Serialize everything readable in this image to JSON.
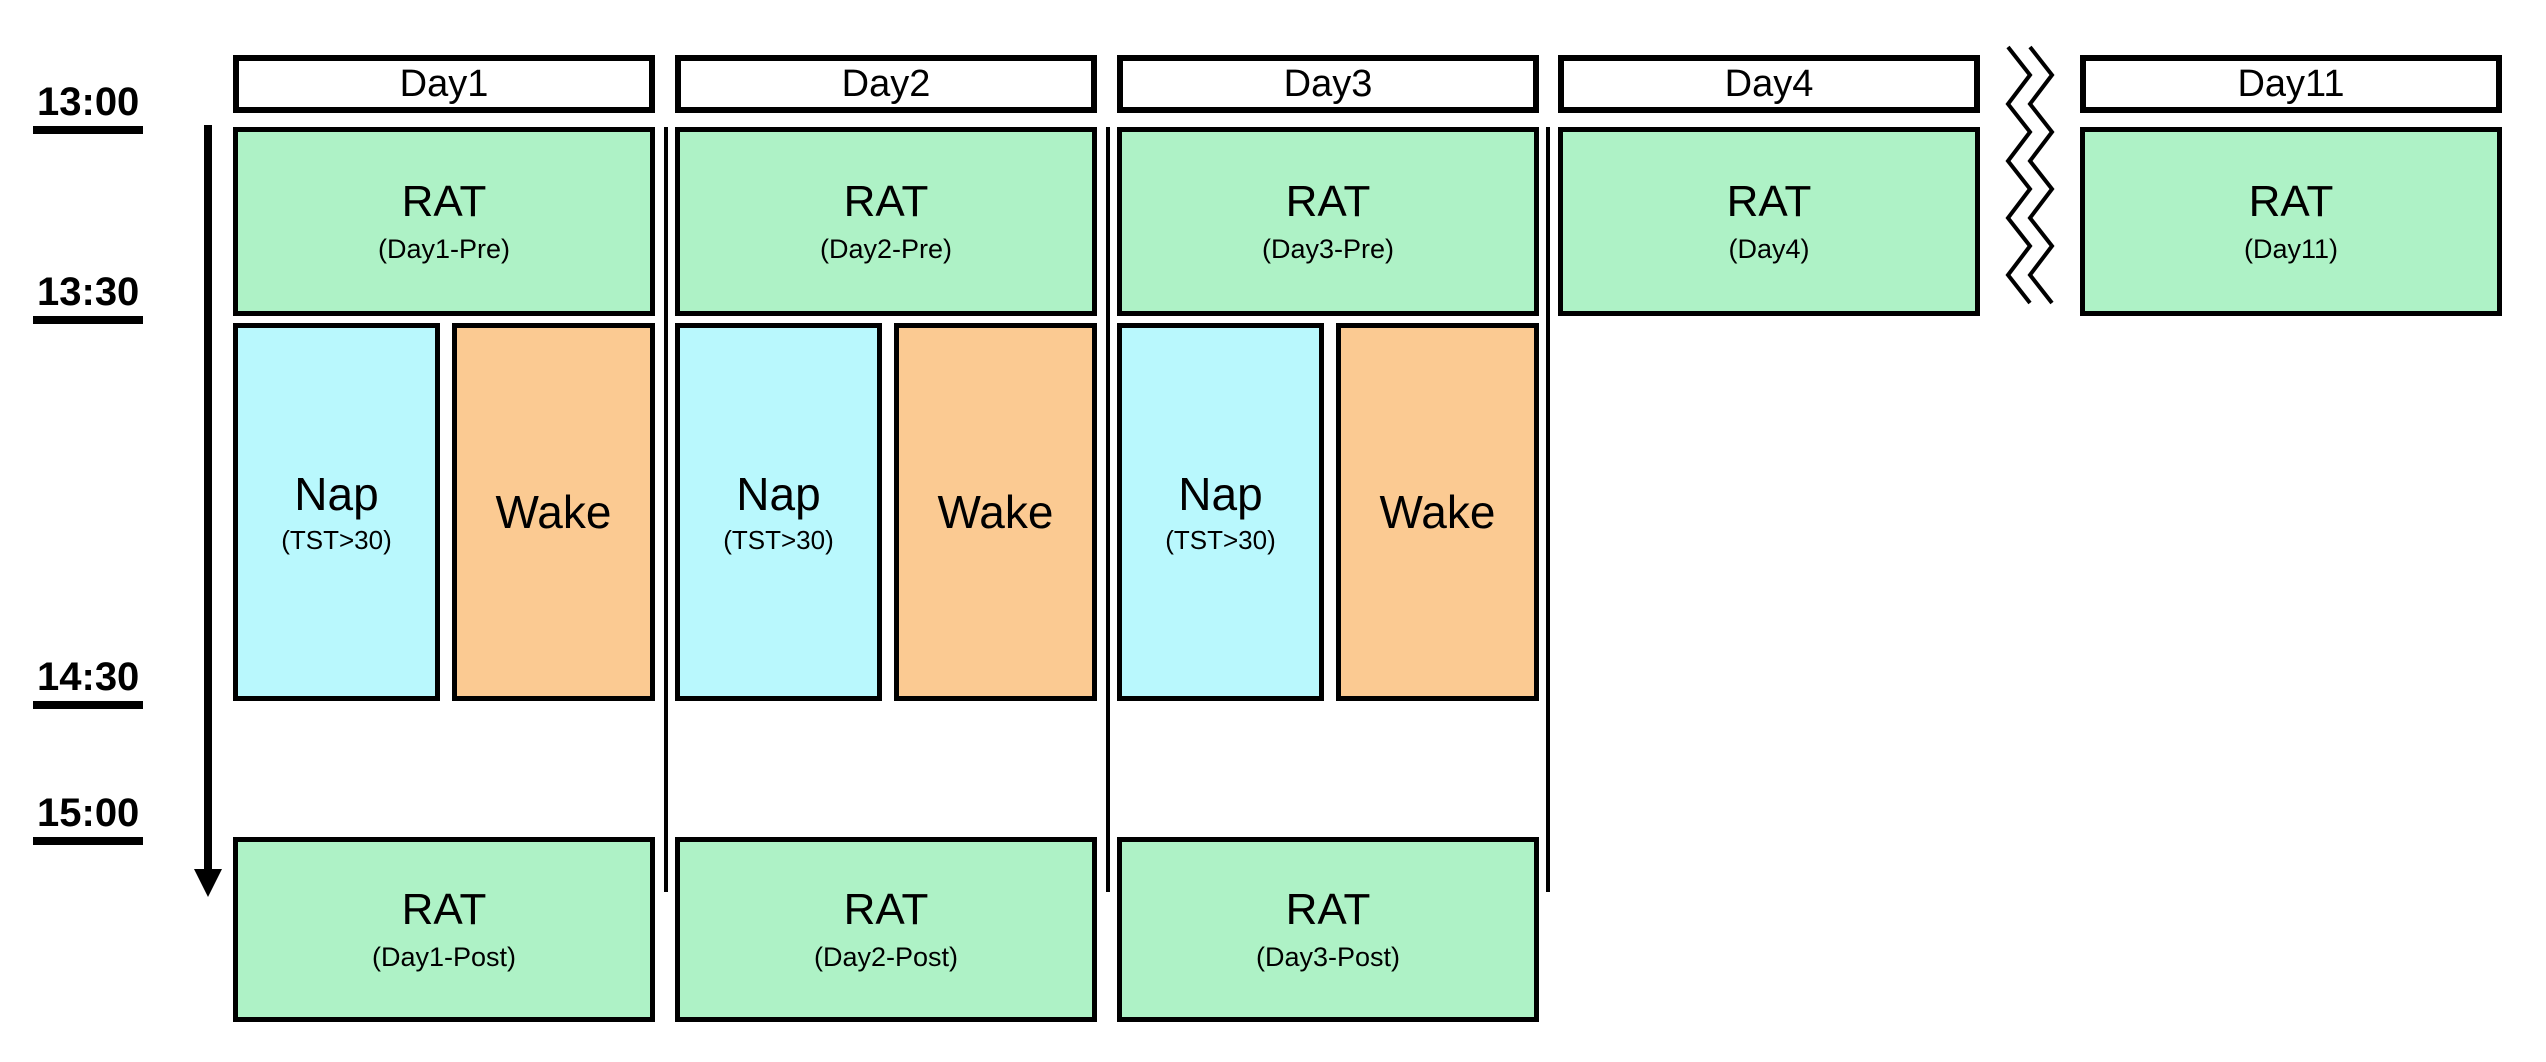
{
  "timeline": {
    "times": [
      "13:00",
      "13:30",
      "14:30",
      "15:00"
    ]
  },
  "columns": [
    {
      "header": "Day1",
      "pre": {
        "title": "RAT",
        "subtitle": "(Day1-Pre)"
      },
      "nap": {
        "title": "Nap",
        "subtitle": "(TST>30)"
      },
      "wake": {
        "title": "Wake"
      },
      "post": {
        "title": "RAT",
        "subtitle": "(Day1-Post)"
      }
    },
    {
      "header": "Day2",
      "pre": {
        "title": "RAT",
        "subtitle": "(Day2-Pre)"
      },
      "nap": {
        "title": "Nap",
        "subtitle": "(TST>30)"
      },
      "wake": {
        "title": "Wake"
      },
      "post": {
        "title": "RAT",
        "subtitle": "(Day2-Post)"
      }
    },
    {
      "header": "Day3",
      "pre": {
        "title": "RAT",
        "subtitle": "(Day3-Pre)"
      },
      "nap": {
        "title": "Nap",
        "subtitle": "(TST>30)"
      },
      "wake": {
        "title": "Wake"
      },
      "post": {
        "title": "RAT",
        "subtitle": "(Day3-Post)"
      }
    },
    {
      "header": "Day4",
      "pre": {
        "title": "RAT",
        "subtitle": "(Day4)"
      }
    },
    {
      "header": "Day11",
      "pre": {
        "title": "RAT",
        "subtitle": "(Day11)"
      }
    }
  ],
  "colors": {
    "rat_green": "#aef2c6",
    "nap_cyan": "#b9f8fd",
    "wake_orange": "#fbca92",
    "line_black": "#000000"
  }
}
